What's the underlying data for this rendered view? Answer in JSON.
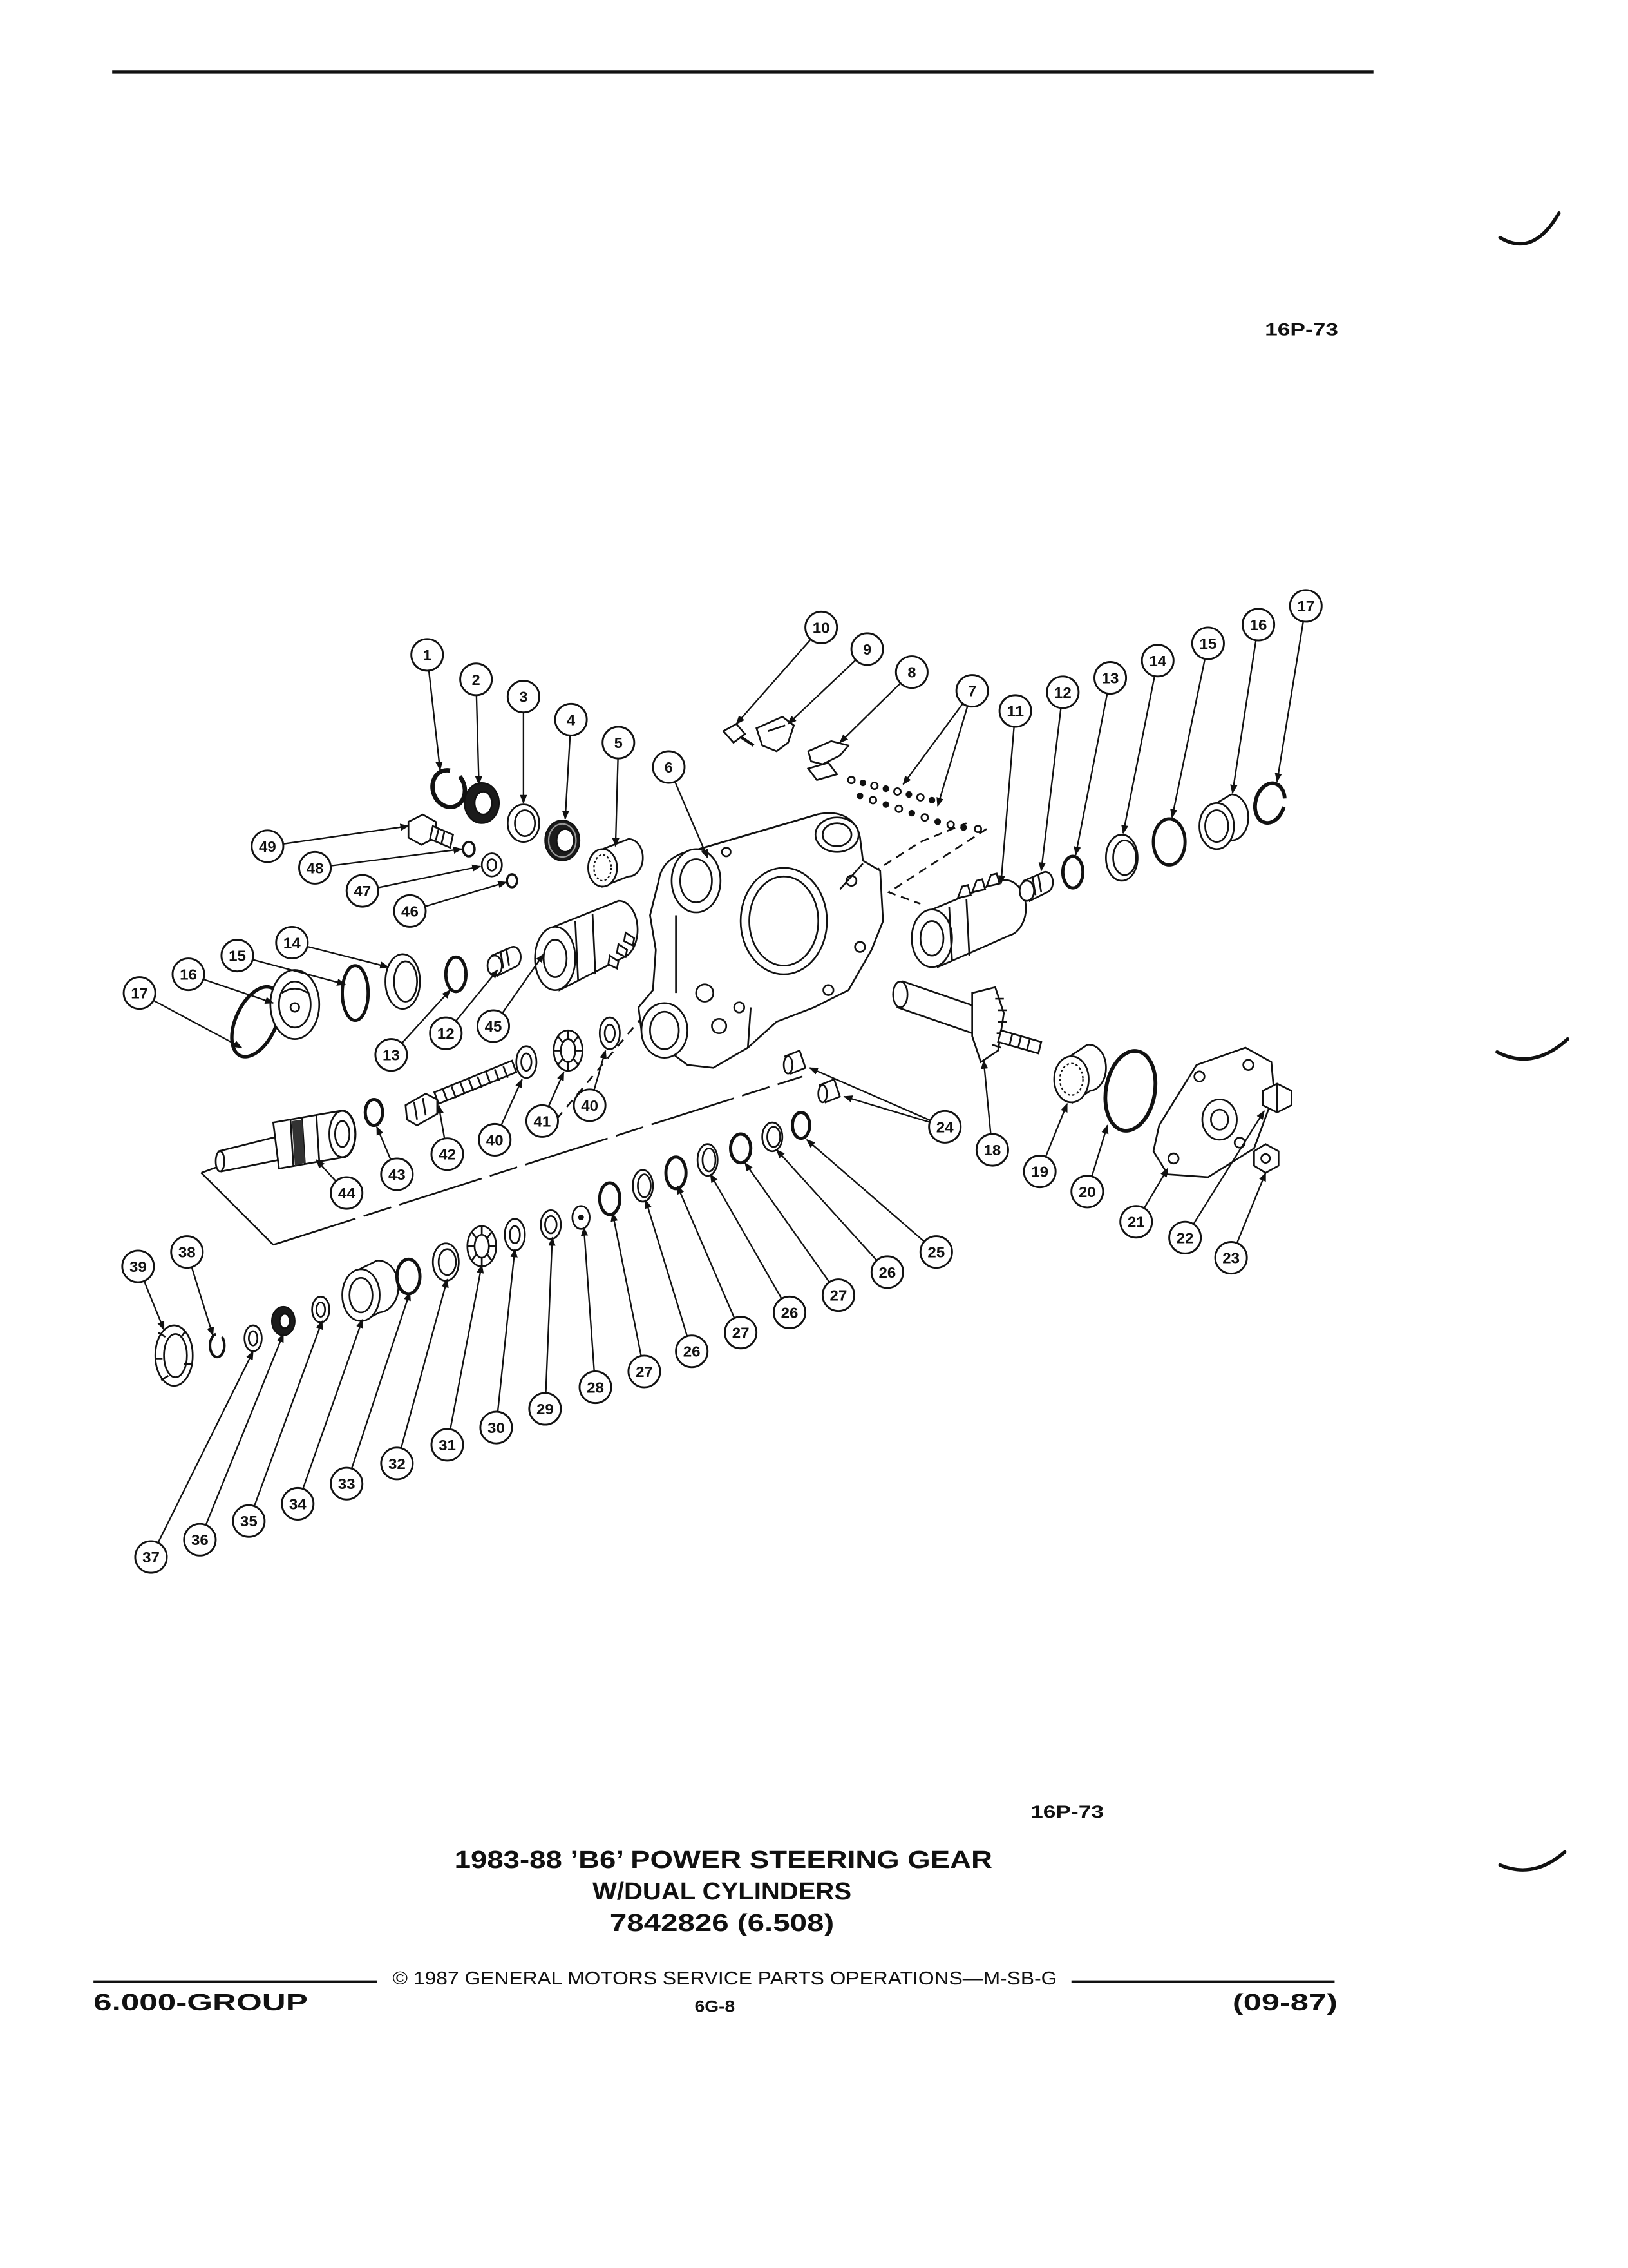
{
  "header": {
    "figure_code": "16P-73"
  },
  "figure": {
    "figure_code": "16P-73",
    "title_lines": [
      "1983-88 ’B6’ POWER STEERING GEAR",
      "W/DUAL CYLINDERS",
      "7842826 (6.508)"
    ]
  },
  "footer": {
    "copyright": "© 1987 GENERAL MOTORS SERVICE PARTS OPERATIONS—M-SB-G",
    "group": "6.000-GROUP",
    "page_number": "6G-8",
    "date": "(09-87)"
  },
  "callouts": [
    "1",
    "2",
    "3",
    "4",
    "5",
    "6",
    "7",
    "8",
    "9",
    "10",
    "11",
    "12",
    "13",
    "14",
    "15",
    "16",
    "17",
    "49",
    "48",
    "47",
    "46",
    "17",
    "16",
    "15",
    "14",
    "13",
    "12",
    "45",
    "40",
    "41",
    "40",
    "42",
    "43",
    "44",
    "24",
    "18",
    "19",
    "20",
    "21",
    "22",
    "23",
    "25",
    "26",
    "27",
    "26",
    "27",
    "26",
    "27",
    "28",
    "29",
    "30",
    "31",
    "32",
    "33",
    "34",
    "35",
    "36",
    "37",
    "38",
    "39"
  ]
}
